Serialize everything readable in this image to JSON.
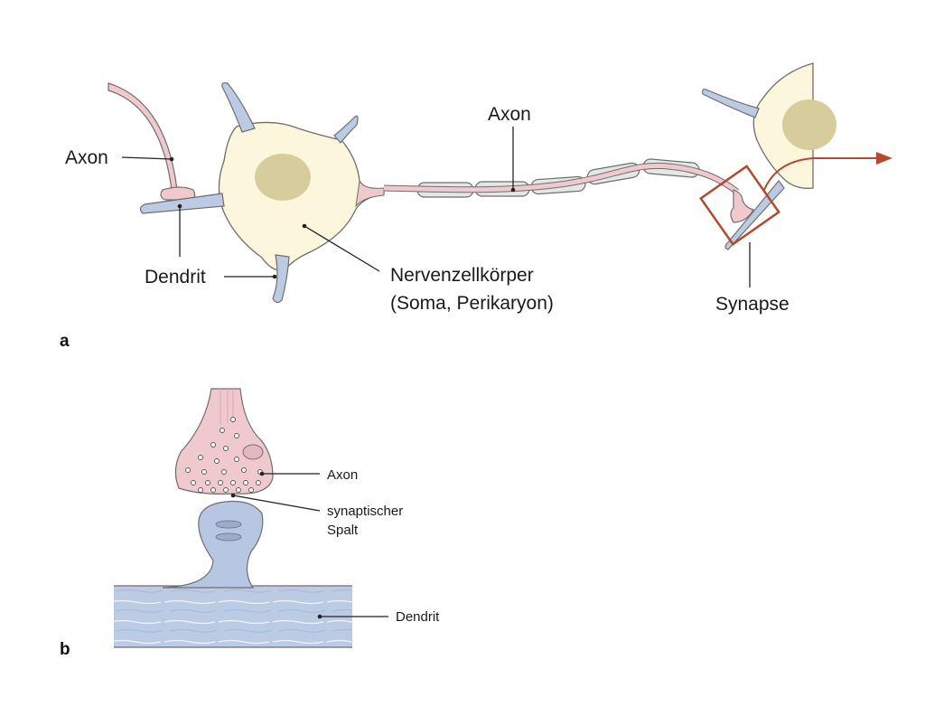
{
  "panel_a": {
    "letter": "a",
    "labels": {
      "axon_left": "Axon",
      "axon_top": "Axon",
      "dendrit": "Dendrit",
      "soma_line1": "Nervenzellkörper",
      "soma_line2": "(Soma, Perikaryon)",
      "synapse": "Synapse"
    }
  },
  "panel_b": {
    "letter": "b",
    "labels": {
      "axon": "Axon",
      "spalt_line1": "synaptischer",
      "spalt_line2": "Spalt",
      "dendrit": "Dendrit"
    }
  },
  "colors": {
    "soma": "#fbf6dc",
    "nucleus": "#d7cd9c",
    "axon": "#f0c9cf",
    "dendrite": "#bccbe4",
    "myelin": "#e3e8e5",
    "outline": "#6e6e6e",
    "highlight": "#b24a2e",
    "spine": "#b7c6e2"
  }
}
